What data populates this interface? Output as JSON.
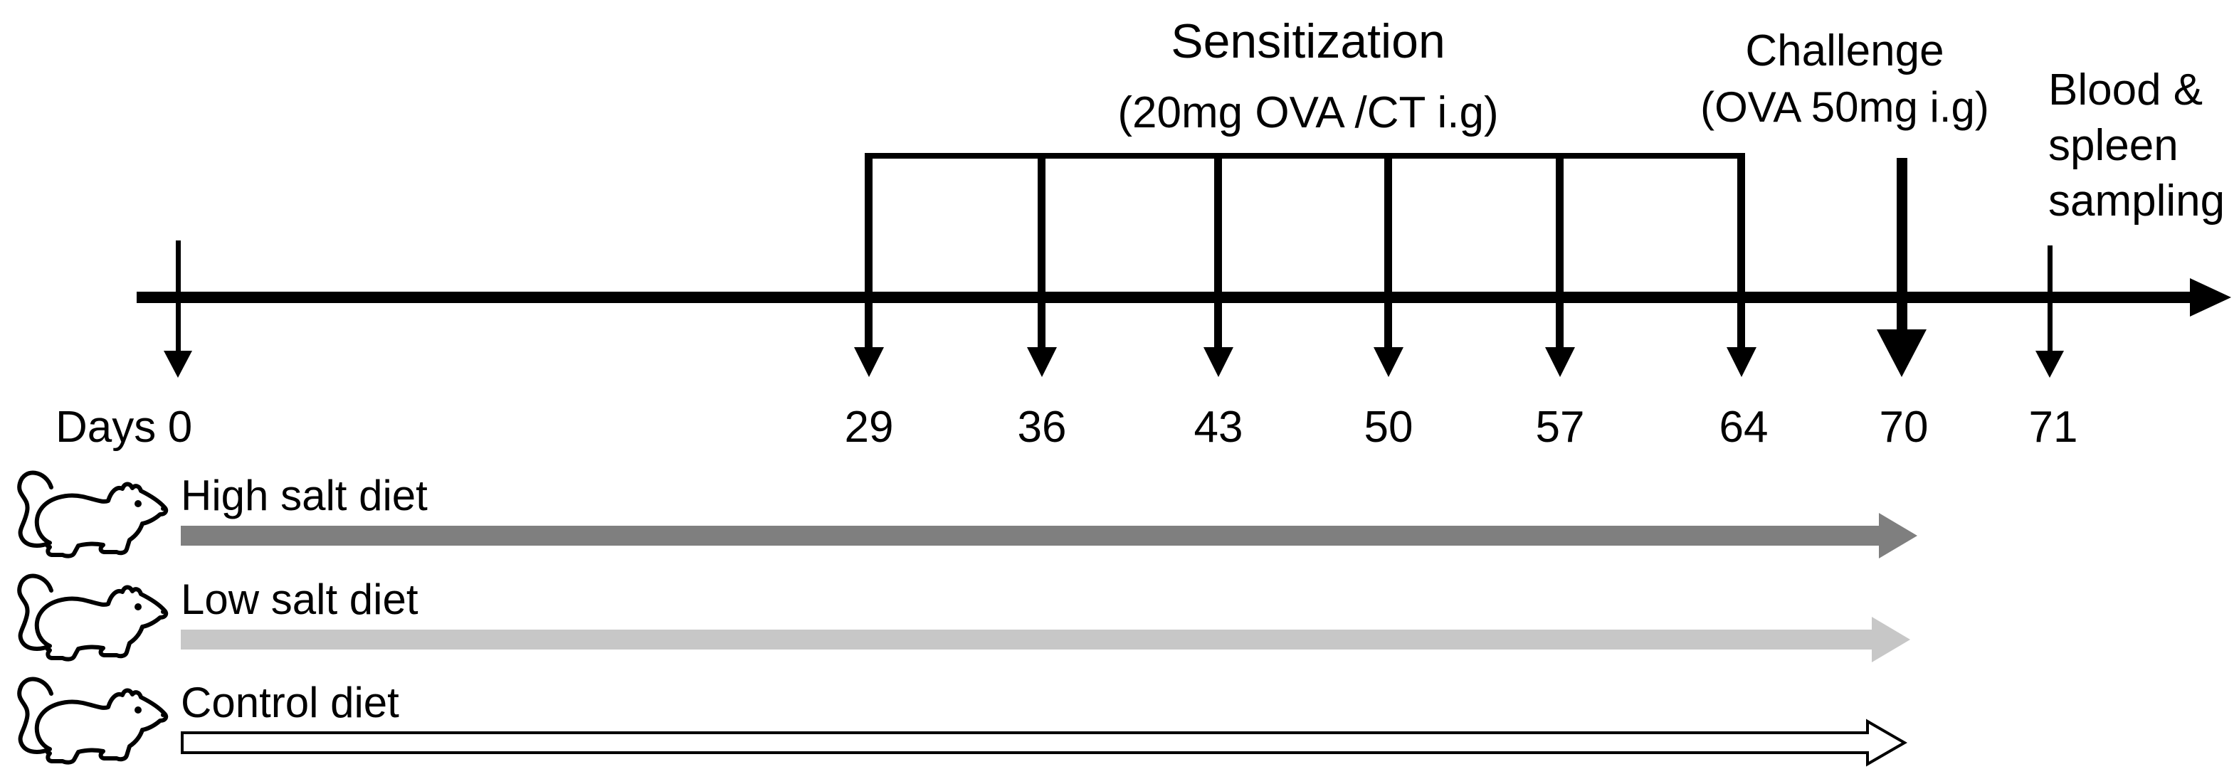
{
  "figure": {
    "sensitization": {
      "line1": "Sensitization",
      "line2": "(20mg OVA /CT i.g)"
    },
    "challenge": {
      "line1": "Challenge",
      "line2": "(OVA 50mg i.g)"
    },
    "sampling": {
      "line1": "Blood &",
      "line2": "spleen",
      "line3": "sampling"
    },
    "days_word": "Days",
    "timeline": {
      "day0": "0",
      "sensitization_days": [
        "29",
        "36",
        "43",
        "50",
        "57",
        "64"
      ],
      "challenge_day": "70",
      "sampling_day": "71"
    },
    "groups": [
      {
        "label": "High salt diet",
        "color": "#7f7f7f",
        "style": "solid"
      },
      {
        "label": "Low salt diet",
        "color": "#c7c7c7",
        "style": "solid"
      },
      {
        "label": "Control diet",
        "color": "#ffffff",
        "style": "outline"
      }
    ],
    "colors": {
      "line": "#000000",
      "high_salt": "#7f7f7f",
      "low_salt": "#c7c7c7",
      "control_fill": "#ffffff"
    }
  }
}
